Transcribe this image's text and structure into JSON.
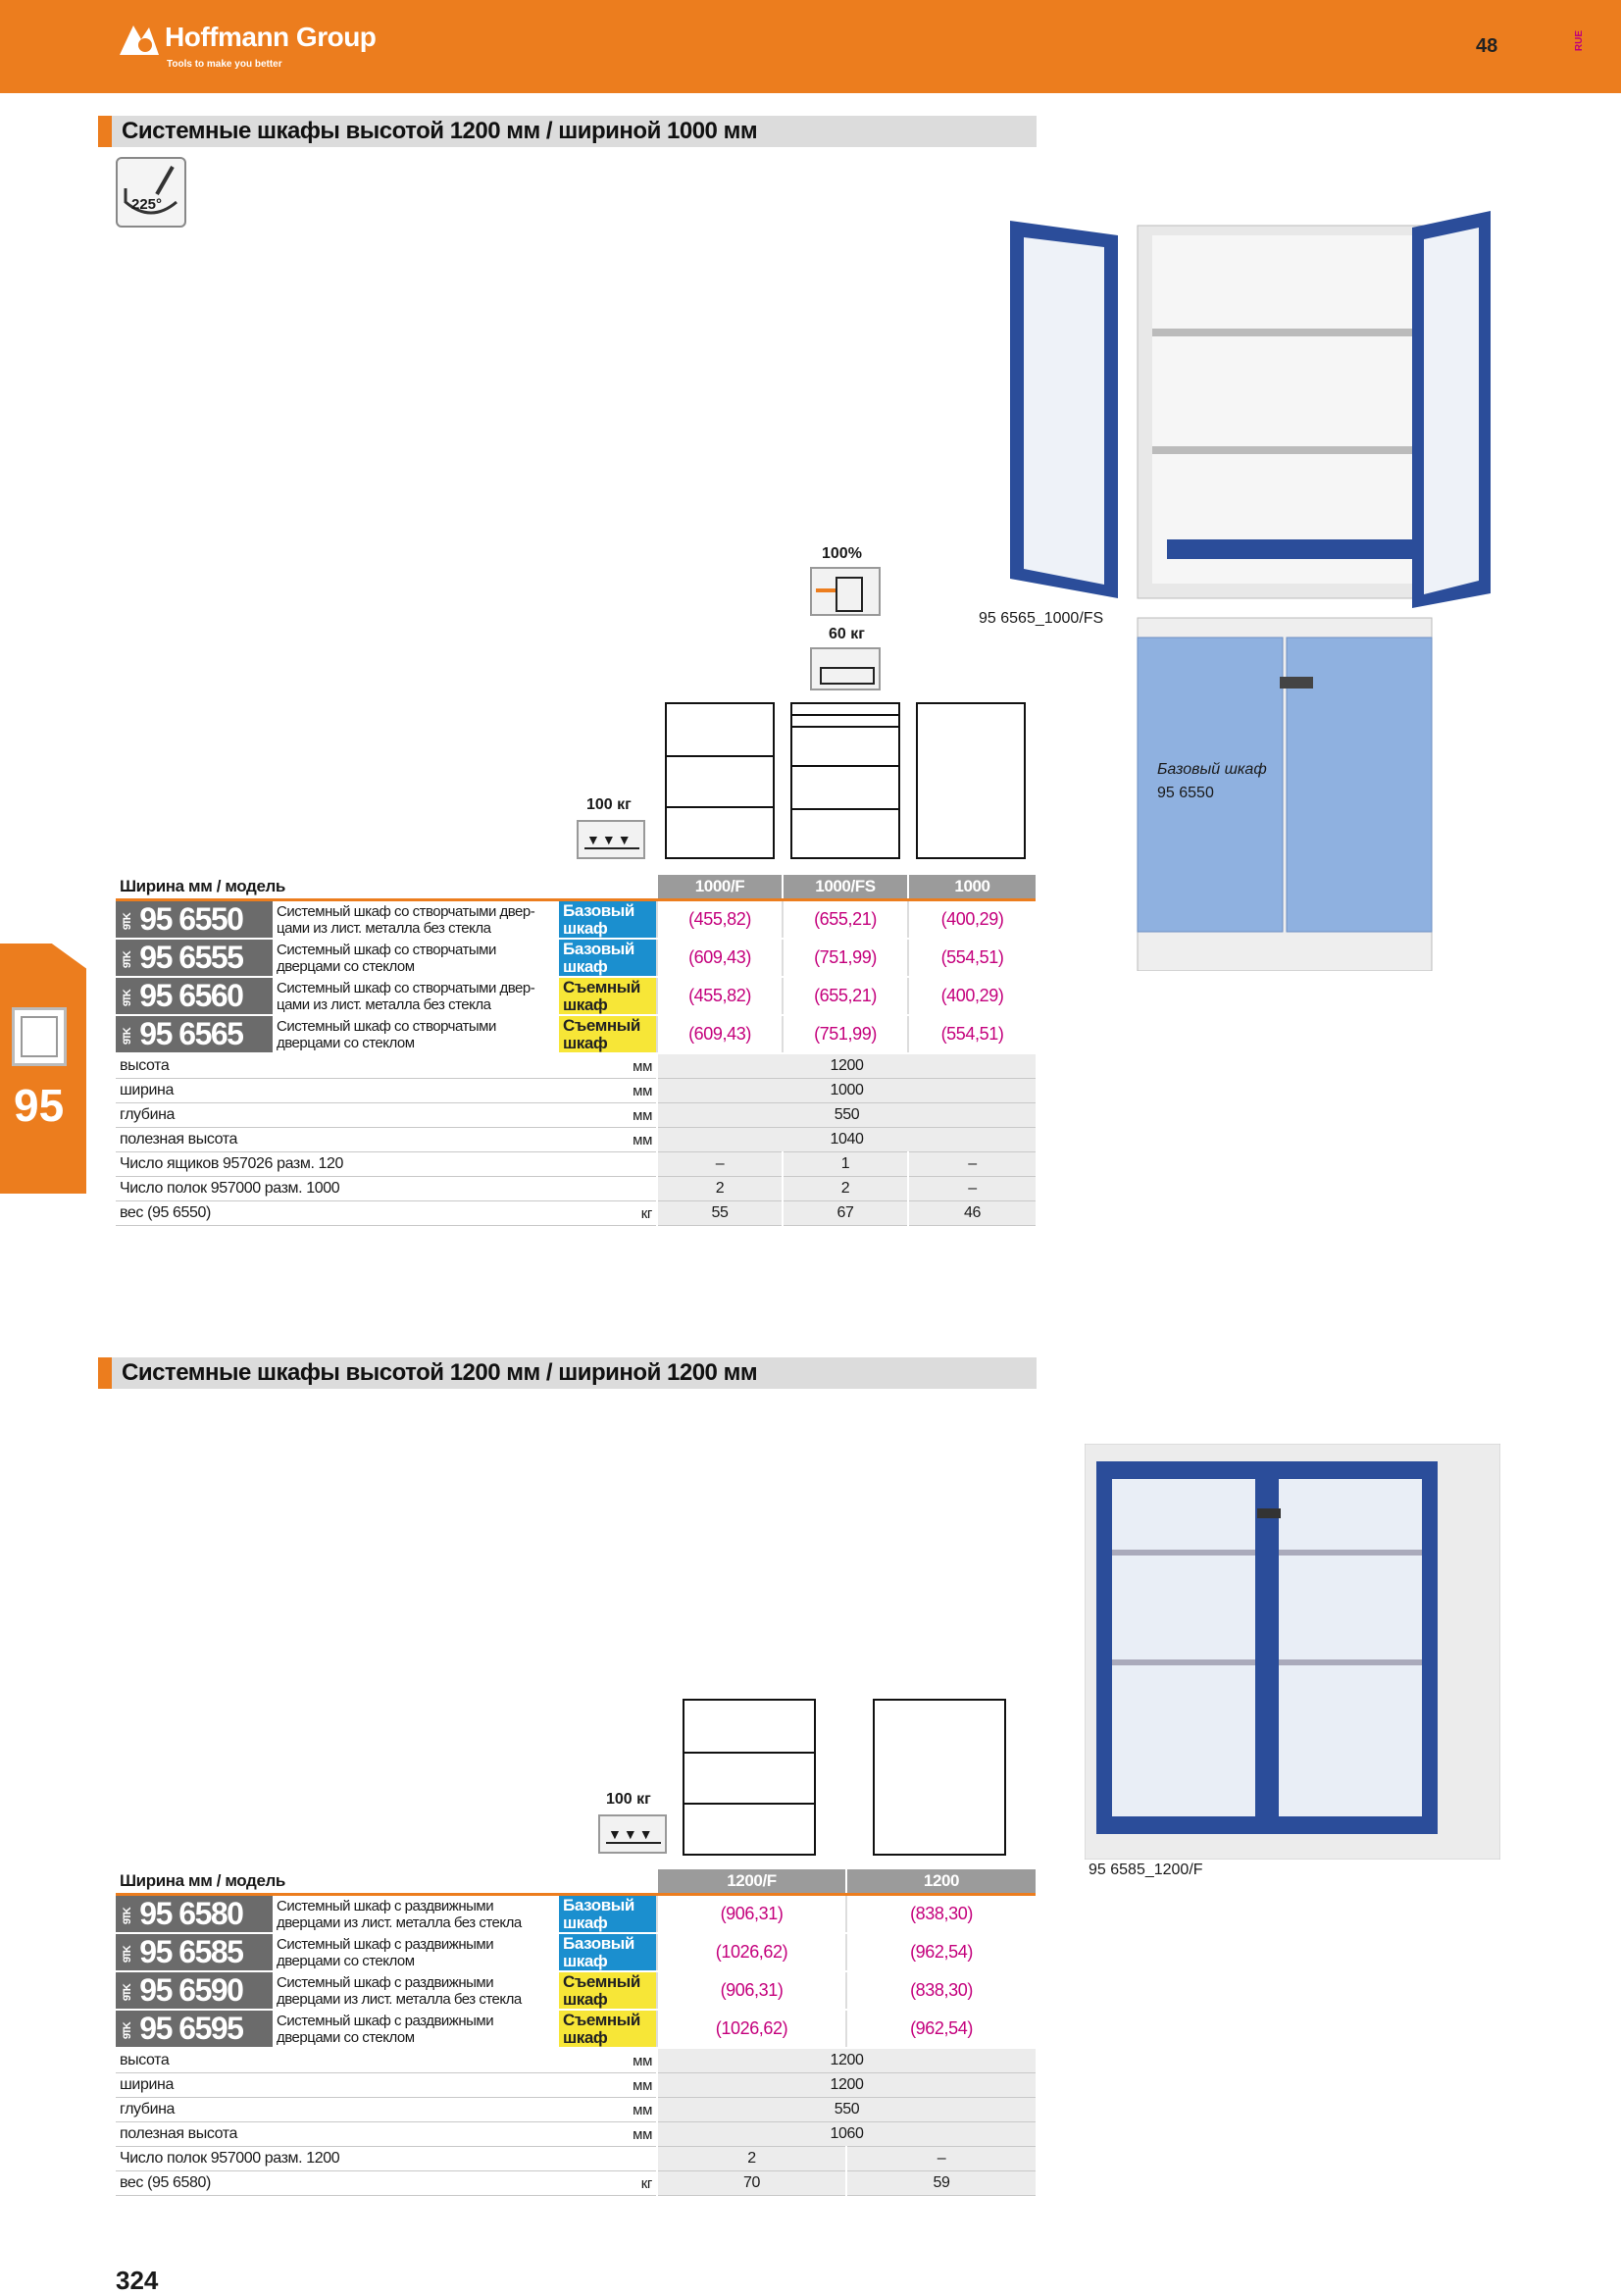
{
  "header": {
    "brand": "Hoffmann Group",
    "tagline": "Tools to make you better",
    "page_code": "48",
    "lang": "RUE"
  },
  "side_tab": {
    "number": "95"
  },
  "page_number": "324",
  "section1": {
    "title": "Системные шкафы высотой 1200 мм / шириной 1000 мм",
    "door_angle": "225°",
    "load_drawer_pct": "100%",
    "load_drawer": "60 кг",
    "load_shelf": "100 кг",
    "img_caption": "95 6565_1000/FS",
    "base_caption": "Базовый шкаф",
    "base_caption_code": "95 6550",
    "col_label": "Ширина мм / модель",
    "columns": [
      "1000/F",
      "1000/FS",
      "1000"
    ],
    "articles": [
      {
        "pre": "9TK",
        "num": "95 6550",
        "desc": "Системный шкаф со створчатыми двер-цами из лист. металла без стекла",
        "type": "Базовый шкаф",
        "kind": "base",
        "prices": [
          "(455,82)",
          "(655,21)",
          "(400,29)"
        ]
      },
      {
        "pre": "9TK",
        "num": "95 6555",
        "desc": "Системный шкаф со створчатыми дверцами со стеклом",
        "type": "Базовый шкаф",
        "kind": "base",
        "prices": [
          "(609,43)",
          "(751,99)",
          "(554,51)"
        ]
      },
      {
        "pre": "9TK",
        "num": "95 6560",
        "desc": "Системный шкаф со створчатыми двер-цами из лист. металла без стекла",
        "type": "Съемный шкаф",
        "kind": "rem",
        "prices": [
          "(455,82)",
          "(655,21)",
          "(400,29)"
        ]
      },
      {
        "pre": "9TK",
        "num": "95 6565",
        "desc": "Системный шкаф со створчатыми дверцами со стеклом",
        "type": "Съемный шкаф",
        "kind": "rem",
        "prices": [
          "(609,43)",
          "(751,99)",
          "(554,51)"
        ]
      }
    ],
    "props": [
      {
        "label": "высота",
        "unit": "мм",
        "span": "1200"
      },
      {
        "label": "ширина",
        "unit": "мм",
        "span": "1000"
      },
      {
        "label": "глубина",
        "unit": "мм",
        "span": "550"
      },
      {
        "label": "полезная высота",
        "unit": "мм",
        "span": "1040"
      },
      {
        "label": "Число ящиков 957026 разм. 120",
        "unit": "",
        "vals": [
          "–",
          "1",
          "–"
        ]
      },
      {
        "label": "Число полок 957000 разм. 1000",
        "unit": "",
        "vals": [
          "2",
          "2",
          "–"
        ]
      },
      {
        "label": "вес (95 6550)",
        "unit": "кг",
        "vals": [
          "55",
          "67",
          "46"
        ]
      }
    ]
  },
  "section2": {
    "title": "Системные шкафы высотой 1200 мм / шириной 1200 мм",
    "load_shelf": "100 кг",
    "img_caption": "95 6585_1200/F",
    "col_label": "Ширина мм / модель",
    "columns": [
      "1200/F",
      "1200"
    ],
    "articles": [
      {
        "pre": "9TK",
        "num": "95 6580",
        "desc": "Системный шкаф с раздвижными дверцами из лист. металла без стекла",
        "type": "Базовый шкаф",
        "kind": "base",
        "prices": [
          "(906,31)",
          "(838,30)"
        ]
      },
      {
        "pre": "9TK",
        "num": "95 6585",
        "desc": "Системный шкаф с раздвижными дверцами со стеклом",
        "type": "Базовый шкаф",
        "kind": "base",
        "prices": [
          "(1026,62)",
          "(962,54)"
        ]
      },
      {
        "pre": "9TK",
        "num": "95 6590",
        "desc": "Системный шкаф с раздвижными дверцами из лист. металла без стекла",
        "type": "Съемный шкаф",
        "kind": "rem",
        "prices": [
          "(906,31)",
          "(838,30)"
        ]
      },
      {
        "pre": "9TK",
        "num": "95 6595",
        "desc": "Системный шкаф с раздвижными дверцами со стеклом",
        "type": "Съемный шкаф",
        "kind": "rem",
        "prices": [
          "(1026,62)",
          "(962,54)"
        ]
      }
    ],
    "props": [
      {
        "label": "высота",
        "unit": "мм",
        "span": "1200"
      },
      {
        "label": "ширина",
        "unit": "мм",
        "span": "1200"
      },
      {
        "label": "глубина",
        "unit": "мм",
        "span": "550"
      },
      {
        "label": "полезная высота",
        "unit": "мм",
        "span": "1060"
      },
      {
        "label": "Число полок 957000 разм. 1200",
        "unit": "",
        "vals": [
          "2",
          "–"
        ]
      },
      {
        "label": "вес (95 6580)",
        "unit": "кг",
        "vals": [
          "70",
          "59"
        ]
      }
    ]
  }
}
